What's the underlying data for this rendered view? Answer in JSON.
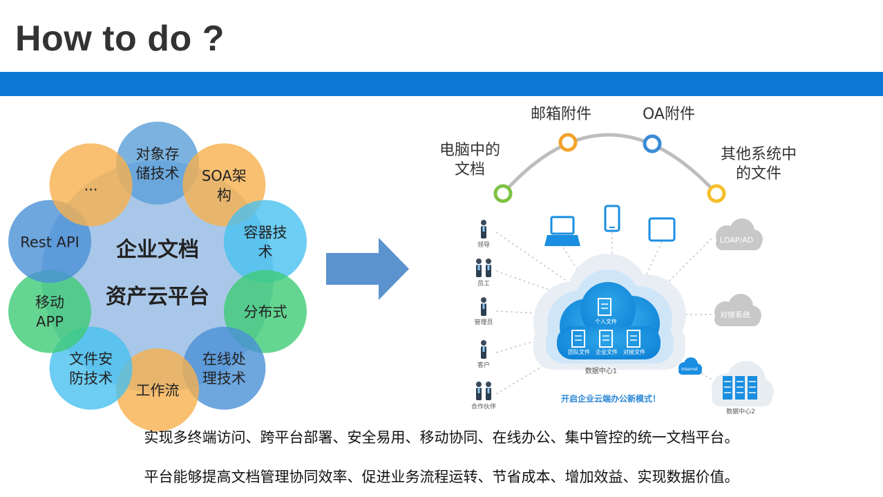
{
  "header": {
    "title": "How to do ?"
  },
  "flower": {
    "center_line1": "企业文档",
    "center_line2": "资产云平台",
    "petals": [
      {
        "lines": [
          "对象存",
          "储技术"
        ],
        "color": "#5a9fd8"
      },
      {
        "lines": [
          "SOA架",
          "构"
        ],
        "color": "#f7b04d"
      },
      {
        "lines": [
          "容器技",
          "术"
        ],
        "color": "#48c0ef"
      },
      {
        "lines": [
          "分布式"
        ],
        "color": "#3fcc75"
      },
      {
        "lines": [
          "在线处",
          "理技术"
        ],
        "color": "#4a90d6"
      },
      {
        "lines": [
          "工作流"
        ],
        "color": "#f7b04d"
      },
      {
        "lines": [
          "文件安",
          "防技术"
        ],
        "color": "#48c0ef"
      },
      {
        "lines": [
          "移动",
          "APP"
        ],
        "color": "#3fcc75"
      },
      {
        "lines": [
          "Rest API"
        ],
        "color": "#4a90d6"
      },
      {
        "lines": [
          "..."
        ],
        "color": "#f7b04d"
      }
    ]
  },
  "sources": {
    "pc_line1": "电脑中的",
    "pc_line2": "文档",
    "email": "邮箱附件",
    "oa": "OA附件",
    "other_line1": "其他系统中",
    "other_line2": "的文件"
  },
  "network": {
    "users": [
      "领导",
      "员工",
      "管理员",
      "客户",
      "合作伙伴"
    ],
    "cloud_files": {
      "personal": "个人文件",
      "team": "团队文件",
      "enterprise": "企业文件",
      "external": "对接文件"
    },
    "datacenter1": "数据中心1",
    "slogan": "开启企业云端办公新模式！",
    "ldap": "LDAP/AD",
    "external_system": "对接系统",
    "internet": "Internet",
    "datacenter2": "数据中心2"
  },
  "captions": {
    "line1": "实现多终端访问、跨平台部署、安全易用、移动协同、在线办公、集中管控的统一文档平台。",
    "line2": "平台能够提高文档管理协同效率、促进业务流程运转、节省成本、增加效益、实现数据价值。"
  }
}
